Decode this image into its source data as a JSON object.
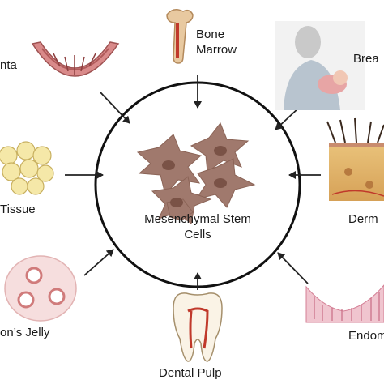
{
  "center": {
    "line1": "Mesenchymal Stem",
    "line2": "Cells"
  },
  "sources": {
    "placenta": "nta",
    "bone_marrow": {
      "line1": "Bone",
      "line2": "Marrow"
    },
    "breast_milk": "Brea",
    "adipose_tissue": "Tissue",
    "dermis": "Derm",
    "whartons_jelly": "on’s Jelly",
    "dental_pulp": "Dental Pulp",
    "endometrium": "Endom"
  },
  "colors": {
    "circle": "#111111",
    "arrow": "#222222",
    "cell": "#a0796d",
    "nucleus": "#7a5246"
  }
}
